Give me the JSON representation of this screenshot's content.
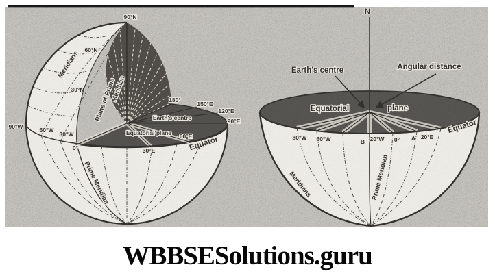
{
  "watermark": "WBBSESolutions.guru",
  "left": {
    "pole": "90°N",
    "lat60": "60°N",
    "lat30": "30°N",
    "meridians": "Meridians",
    "plane1": "Plane of Prime",
    "plane2": "Meridian",
    "earths_centre": "Earth's centre",
    "equatorial_plane": "Equatorial plane",
    "equator": "Equator",
    "prime_meridian": "Prime Meridian",
    "lon": {
      "w90": "90°W",
      "w60": "60°W",
      "w30": "30°W",
      "e0": "0°",
      "e30": "30°E",
      "e60": "60°E",
      "e90": "90°E",
      "e120": "120°E",
      "e150": "150°E",
      "e180": "180°"
    }
  },
  "right": {
    "axis_n": "N",
    "earths_centre": "Earth's centre",
    "angular_distance": "Angular distance",
    "equatorial": "Equatorial",
    "plane": "plane",
    "equator": "Equator",
    "meridians": "Meridians",
    "prime_meridian": "Prime Meridian",
    "lon": {
      "w80": "80°W",
      "w60": "60°W",
      "b": "B",
      "w20": "20°W",
      "e0": "0°",
      "a": "A",
      "e20": "20°E"
    }
  },
  "colors": {
    "scan_noise_base": "#a8a49e",
    "cut_plane_dark": "#38352f",
    "paper_white": "#f2f0ea",
    "ink": "#15130f"
  }
}
